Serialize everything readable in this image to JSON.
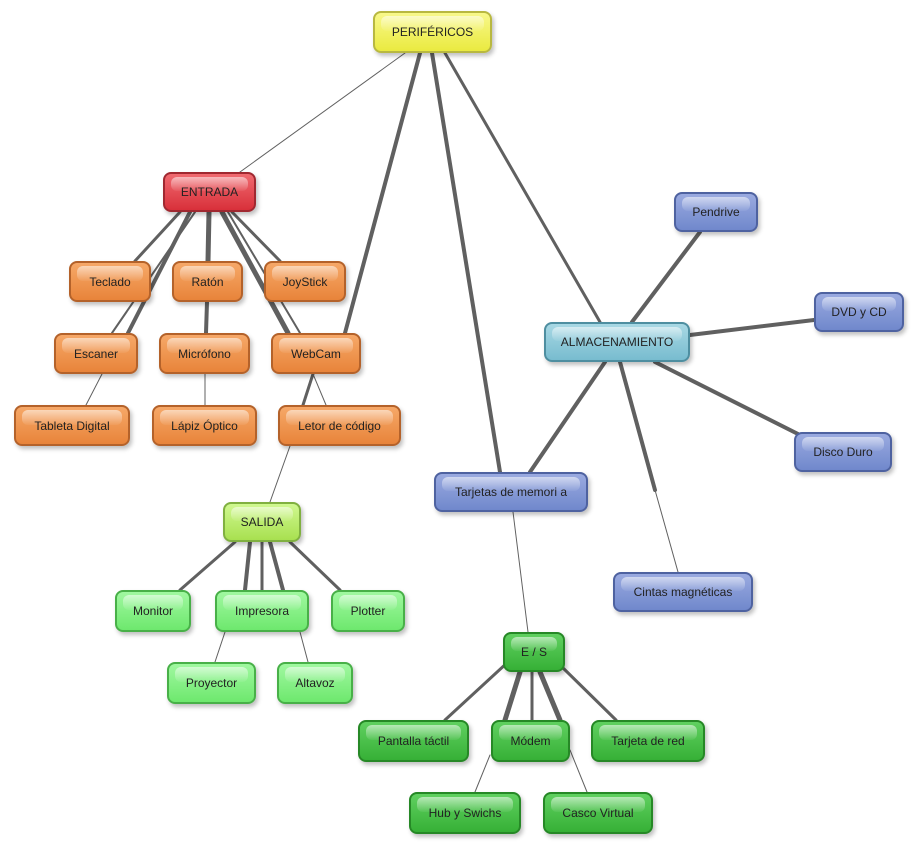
{
  "root": {
    "label": "PERIFÉRICOS"
  },
  "entrada": {
    "label": "ENTRADA",
    "items": [
      "Teclado",
      "Ratón",
      "JoyStick",
      "Escaner",
      "Micrófono",
      "WebCam",
      "Tableta Digital",
      "Lápiz Óptico",
      "Letor de código"
    ]
  },
  "salida": {
    "label": "SALIDA",
    "items": [
      "Monitor",
      "Impresora",
      "Plotter",
      "Proyector",
      "Altavoz"
    ]
  },
  "almacenamiento": {
    "label": "ALMACENAMIENTO",
    "items": [
      "Pendrive",
      "DVD y CD",
      "Disco Duro",
      "Tarjetas de memori a",
      "Cintas magnéticas"
    ]
  },
  "es": {
    "label": "E / S",
    "items": [
      "Pantalla táctil",
      "Módem",
      "Tarjeta de red",
      "Hub y Swichs",
      "Casco Virtual"
    ]
  },
  "colors": {
    "root": "#eaea40",
    "entrada": "#d8303a",
    "entrada_items": "#e8843a",
    "salida": "#a8e050",
    "salida_items": "#6ee86e",
    "almacenamiento": "#78bccf",
    "almacenamiento_items": "#7088cc",
    "es": "#36b036",
    "link": "#606060"
  }
}
